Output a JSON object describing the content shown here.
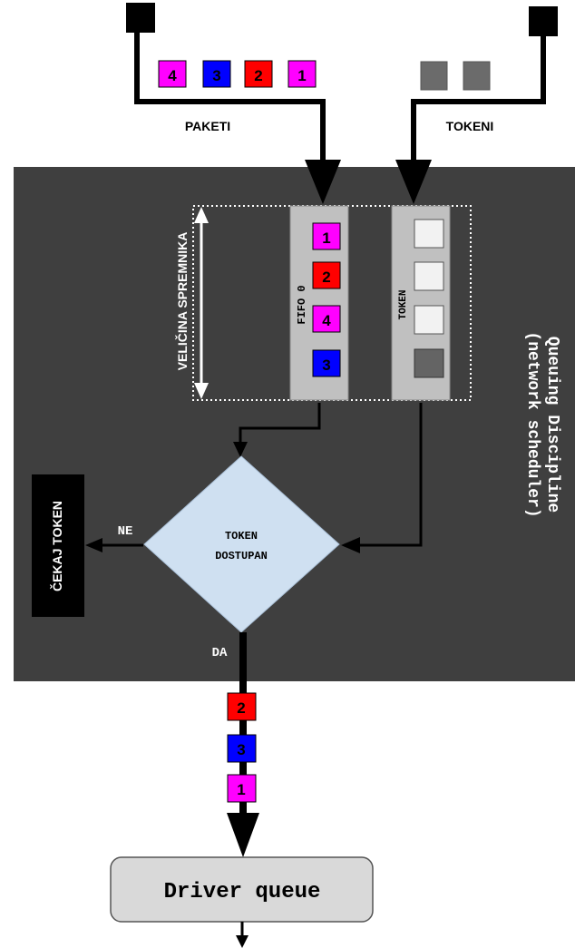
{
  "labels": {
    "paketi": "PAKETI",
    "tokeni": "TOKENI",
    "velicina": "VELIČINA SPREMNIKA",
    "fifo": "FIFO 0",
    "token_col": "TOKEN",
    "qdisc_line1": "Queuing Discipline",
    "qdisc_line2": "(network scheduler)",
    "decision_line1": "TOKEN",
    "decision_line2": "DOSTUPAN",
    "ne": "NE",
    "da": "DA",
    "cekaj": "ČEKAJ TOKEN",
    "driver_queue": "Driver queue"
  },
  "incoming_packets": [
    {
      "label": "4",
      "color": "#ff00ff"
    },
    {
      "label": "3",
      "color": "#0000ff"
    },
    {
      "label": "2",
      "color": "#ff0000"
    },
    {
      "label": "1",
      "color": "#ff00ff"
    }
  ],
  "fifo_packets": [
    {
      "label": "1",
      "color": "#ff00ff"
    },
    {
      "label": "2",
      "color": "#ff0000"
    },
    {
      "label": "4",
      "color": "#ff00ff"
    },
    {
      "label": "3",
      "color": "#0000ff"
    }
  ],
  "output_packets": [
    {
      "label": "2",
      "color": "#ff0000"
    },
    {
      "label": "3",
      "color": "#0000ff"
    },
    {
      "label": "1",
      "color": "#ff00ff"
    }
  ],
  "colors": {
    "panel": "#3f3f3f",
    "column": "#c0c0c0",
    "diamond": "#cfe0f1",
    "token_light": "#f2f2f2",
    "token_dark": "#646464",
    "incoming_token": "#6b6b6b",
    "driver_box": "#d9d9d9"
  }
}
